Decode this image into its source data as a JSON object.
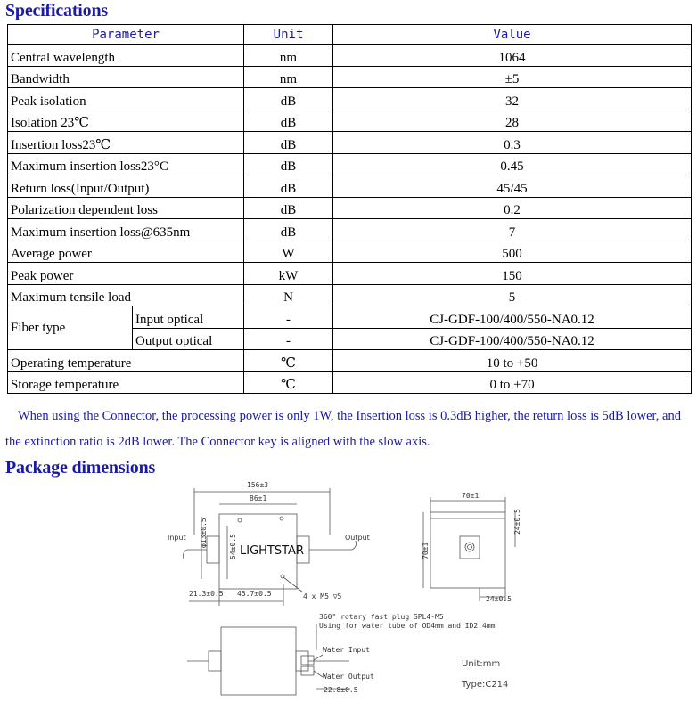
{
  "spec_heading": "Specifications",
  "package_heading": "Package dimensions",
  "table": {
    "headers": {
      "parameter": "Parameter",
      "unit": "Unit",
      "value": "Value"
    },
    "rows": [
      {
        "param": "Central wavelength",
        "unit": "nm",
        "value": "1064"
      },
      {
        "param": "Bandwidth",
        "unit": "nm",
        "value": "±5"
      },
      {
        "param": "Peak isolation",
        "unit": "dB",
        "value": "32"
      },
      {
        "param": "Isolation 23℃",
        "unit": "dB",
        "value": "28"
      },
      {
        "param": "Insertion loss23℃",
        "unit": "dB",
        "value": "0.3"
      },
      {
        "param": "Maximum insertion loss23°C",
        "unit": "dB",
        "value": "0.45"
      },
      {
        "param": "Return loss(Input/Output)",
        "unit": "dB",
        "value": "45/45"
      },
      {
        "param": "Polarization dependent loss",
        "unit": "dB",
        "value": "0.2"
      },
      {
        "param": "Maximum insertion loss@635nm",
        "unit": "dB",
        "value": "7"
      },
      {
        "param": "Average power",
        "unit": "W",
        "value": "500"
      },
      {
        "param": "Peak power",
        "unit": "kW",
        "value": "150"
      },
      {
        "param": "Maximum tensile load",
        "unit": "N",
        "value": "5"
      }
    ],
    "fiber": {
      "param": "Fiber type",
      "input_label": "Input optical",
      "input_unit": "-",
      "input_value": "CJ-GDF-100/400/550-NA0.12",
      "output_label": "Output optical",
      "output_unit": "-",
      "output_value": "CJ-GDF-100/400/550-NA0.12"
    },
    "tail_rows": [
      {
        "param": "Operating temperature",
        "unit": "℃",
        "value": "10 to +50"
      },
      {
        "param": "Storage temperature",
        "unit": "℃",
        "value": "0 to +70"
      }
    ]
  },
  "note_line1": "When using the Connector, the processing power is only 1W, the Insertion loss is 0.3dB higher, the return loss is 5dB lower, and",
  "note_line2": "the extinction ratio is 2dB lower. The Connector key is aligned with the slow axis.",
  "drawing": {
    "dim_total": "156±3",
    "dim_body": "86±1",
    "dim_height_small": "φ13±0.5",
    "dim_mid": "54±0.5",
    "dim_left": "21.3±0.5",
    "dim_bottom": "45.7±0.5",
    "hole_note": "4 x  M5 ▽5",
    "input_label": "Input",
    "output_label": "Output",
    "brand": "LIGHTSTAR",
    "side_width": "70±1",
    "side_height": "70±1",
    "side_right": "24±0.5",
    "side_bottom": "24±0.5",
    "plug_note1": "360° rotary fast plug SPL4-M5",
    "plug_note2": "Using for water tube of OD4mm and ID2.4mm",
    "water_input": "Water Input",
    "water_output": "Water Output",
    "dim_water": "22.8±0.5",
    "unit_text": "Unit:mm",
    "type_text": "Type:C214"
  }
}
